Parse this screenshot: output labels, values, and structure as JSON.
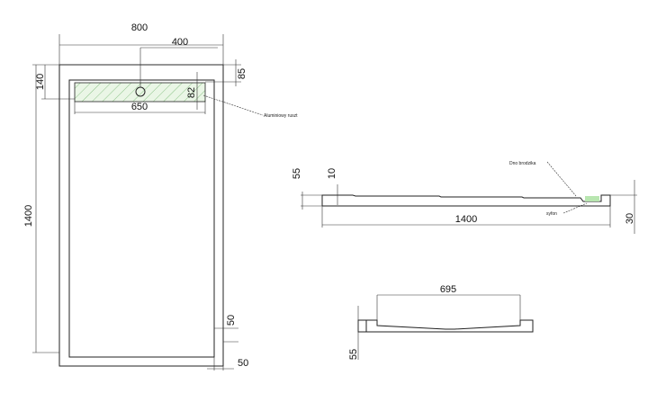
{
  "plan_view": {
    "width": "800",
    "drain_offset": "400",
    "grate_offset": "85",
    "grate_width": "82",
    "grate_length": "650",
    "length": "1400",
    "grate_from_edge": "140",
    "rim_side": "50",
    "rim_bottom": "50",
    "grate_label": "Aluminiowy ruszt",
    "grate_color": "#9fd89a"
  },
  "side_view": {
    "height": "55",
    "depth": "10",
    "length": "1400",
    "base": "30",
    "bottom_label": "Dno brodzika",
    "siphon_label": "syfon"
  },
  "end_view": {
    "inner_width": "695",
    "height": "55"
  }
}
